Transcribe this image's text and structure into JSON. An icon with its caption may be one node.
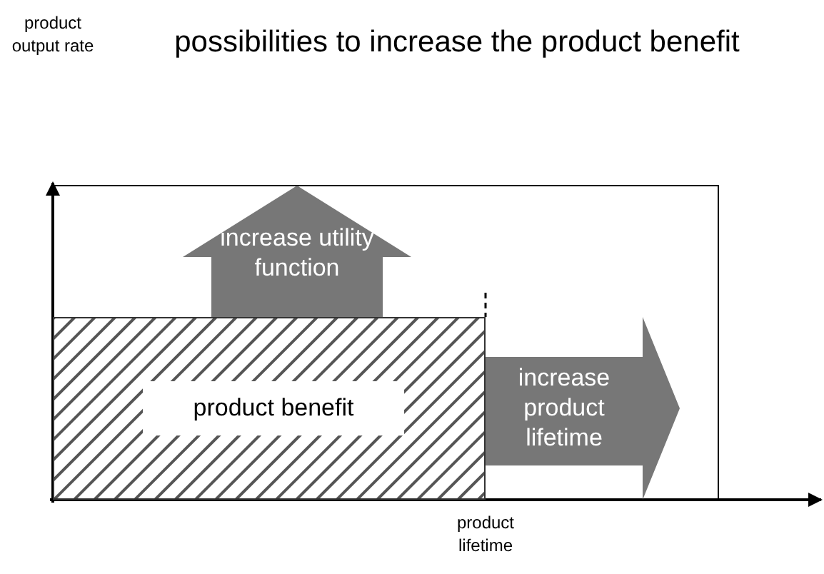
{
  "diagram": {
    "title": "possibilities to increase the product benefit",
    "nodes": [
      {
        "text": [
          "product benefit"
        ]
      },
      {
        "text": [
          "increase utility function"
        ]
      },
      {
        "text": [
          "increase product lifetime"
        ]
      }
    ],
    "labels": [
      "product output rate",
      "product lifetime"
    ]
  }
}
